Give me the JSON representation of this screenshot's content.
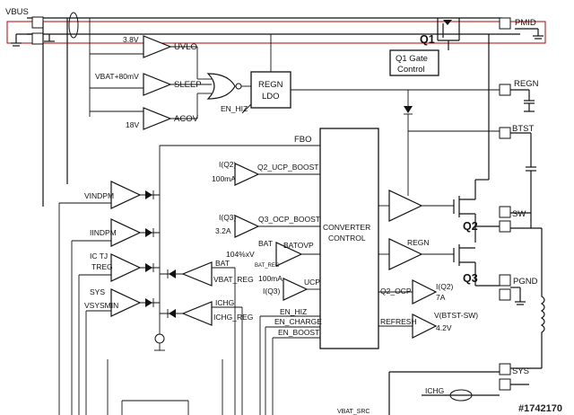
{
  "pins": {
    "vbus": "VBUS",
    "pmid": "PMID",
    "regn": "REGN",
    "btst": "BTST",
    "sw": "SW",
    "pgnd": "PGND",
    "sys": "SYS"
  },
  "blocks": {
    "q1_gate_control": [
      "Q1 Gate",
      "Control"
    ],
    "regn_ldo": [
      "REGN",
      "LDO"
    ],
    "converter_control": [
      "CONVERTER",
      "CONTROL"
    ]
  },
  "transistors": {
    "q1": "Q1",
    "q2": "Q2",
    "q3": "Q3"
  },
  "comparators": {
    "uvlo": "UVLO",
    "sleep": "SLEEP",
    "acov": "ACOV",
    "v38": "3.8V",
    "vbat80": "VBAT+80mV",
    "v18": "18V",
    "en_hiz": "EN_HIZ",
    "fbo": "FBO",
    "iq2": "I(Q2)",
    "q2_ucp": "Q2_UCP_BOOST",
    "i100ma": "100mA",
    "iq3": "I(Q3)",
    "q3_ocp": "Q3_OCP_BOOST",
    "a32": "3.2A",
    "bat": "BAT",
    "batovp": "BATOVP",
    "pct104": "104%xV",
    "bat_reg_sub": "BAT_REG",
    "i100ma_b": "100mA",
    "iq3_b": "I(Q3)",
    "ucp": "UCP",
    "regn_drv": "REGN",
    "q2_ocp": "Q2_OCP",
    "iq2_b": "I(Q2)",
    "a7": "7A",
    "refresh": "REFRESH",
    "vbtst_sw": "V(BTST-SW)",
    "v42": "4.2V"
  },
  "loop_amps": {
    "vindpm": "VINDPM",
    "iindpm": "IINDPM",
    "ictj": "IC TJ",
    "treg": "TREG",
    "sys": "SYS",
    "vsysmin": "VSYSMIN",
    "bat": "BAT",
    "vbat_reg": "VBAT_REG",
    "ichg": "ICHG",
    "ichg_reg": "ICHG_REG"
  },
  "signals": {
    "en_hiz": "EN_HIZ",
    "en_charge": "EN_CHARGE",
    "en_boost": "EN_BOOST",
    "ichg_sense": "ICHG",
    "vbat_src": "VBAT_SRC"
  },
  "watermark": "#1742170"
}
